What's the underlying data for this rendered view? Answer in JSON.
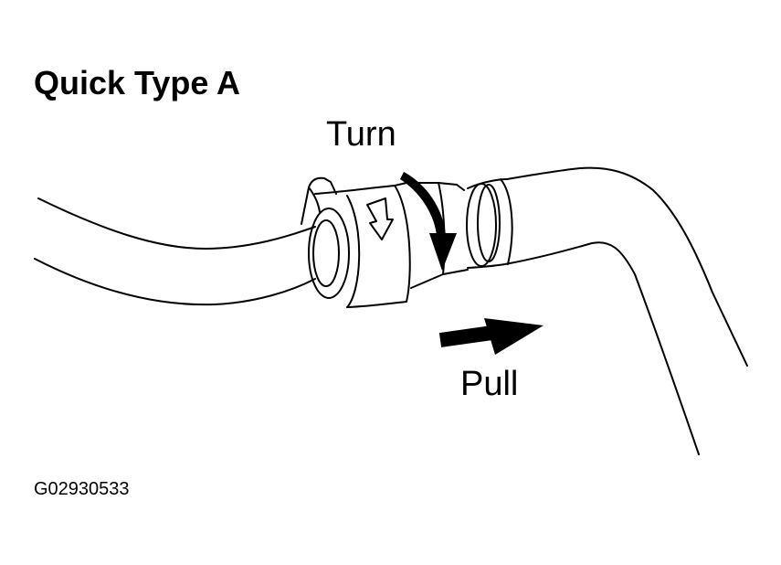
{
  "title": "Quick Type A",
  "labels": {
    "turn": "Turn",
    "pull": "Pull"
  },
  "figure_code": "G02930533",
  "colors": {
    "line": "#000000",
    "background": "#ffffff"
  },
  "icons": [
    "turn-arrow-icon",
    "pull-arrow-icon",
    "direction-arrow-icon"
  ]
}
